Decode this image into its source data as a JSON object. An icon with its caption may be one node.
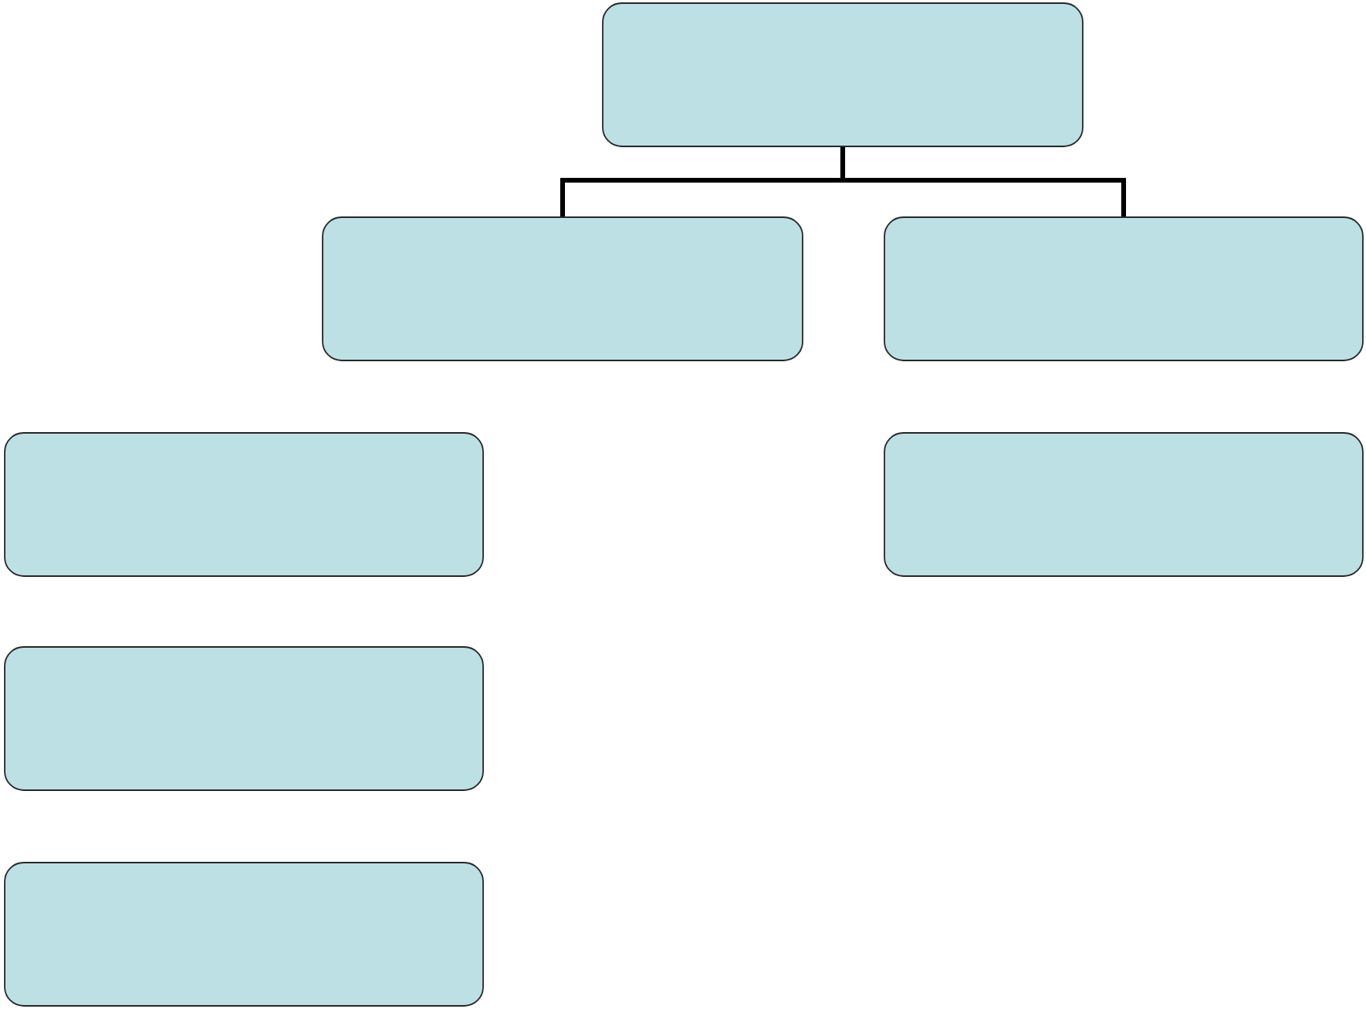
{
  "diagram": {
    "nodes": [
      {
        "text": [],
        "shape": "box"
      },
      {
        "text": [],
        "shape": "box"
      },
      {
        "text": [],
        "shape": "box"
      },
      {
        "text": [],
        "shape": "box"
      },
      {
        "text": [],
        "shape": "box"
      },
      {
        "text": [],
        "shape": "box"
      },
      {
        "text": [],
        "shape": "box"
      }
    ],
    "edges": [
      {
        "from": 0,
        "to": 1,
        "arrow": "none"
      },
      {
        "from": 0,
        "to": 2,
        "arrow": "none"
      }
    ]
  }
}
